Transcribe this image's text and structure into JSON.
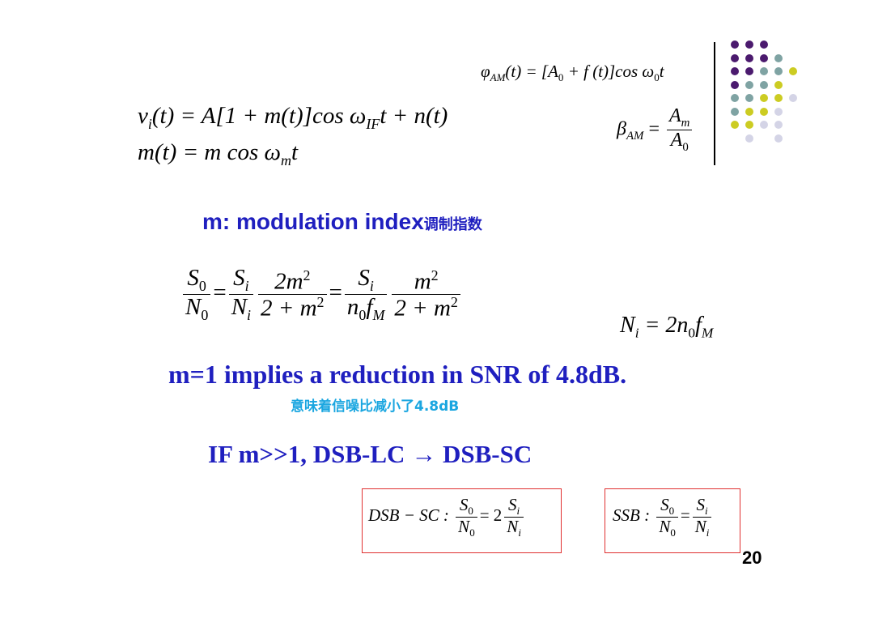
{
  "slide": {
    "formulas": {
      "phi_am_lhs": "φ",
      "phi_am_sub": "AM",
      "phi_am_rhs": "(t) = [A",
      "phi_am_rhs2": " + f (t)]cos ω",
      "phi_am_tail": "t",
      "beta_am_lhs": "β",
      "beta_am_sub": "AM",
      "beta_am_eq": "=",
      "beta_num": "A",
      "beta_num_sub": "m",
      "beta_den": "A",
      "beta_den_sub": "0",
      "v_line_a": "v",
      "v_line_sub": "i",
      "v_line_b": "(t) = A[1 + m(t)]cos ω",
      "v_line_sub2": "IF",
      "v_line_c": "t + n(t)",
      "m_line_a": "m(t) = m cos ω",
      "m_line_sub": "m",
      "m_line_b": "t",
      "snr_S0": "S",
      "snr_S0_sub": "0",
      "snr_N0": "N",
      "snr_N0_sub": "0",
      "snr_Si": "S",
      "snr_Si_sub": "i",
      "snr_Ni": "N",
      "snr_Ni_sub": "i",
      "snr_2m2": "2m",
      "snr_2m2_sup": "2",
      "snr_den1": "2 + m",
      "snr_den1_sup": "2",
      "snr_Si2": "S",
      "snr_Si2_sub": "i",
      "snr_n0fM_a": "n",
      "snr_n0fM_sub0": "0",
      "snr_n0fM_b": "f",
      "snr_n0fM_subM": "M",
      "snr_m2": "m",
      "snr_m2_sup": "2",
      "snr_den2": "2 + m",
      "snr_den2_sup": "2",
      "eq_sign": "=",
      "ni_lhs": "N",
      "ni_lhs_sub": "i",
      "ni_rhs": "= 2n",
      "ni_rhs_sub0": "0",
      "ni_rhs_f": "f",
      "ni_rhs_subM": "M",
      "dsb_label": "DSB − SC :",
      "dsb_S0": "S",
      "dsb_S0_sub": "0",
      "dsb_N0": "N",
      "dsb_N0_sub": "0",
      "dsb_eq": "= 2",
      "dsb_Si": "S",
      "dsb_Si_sub": "i",
      "dsb_Ni": "N",
      "dsb_Ni_sub": "i",
      "ssb_label": "SSB :",
      "ssb_S0": "S",
      "ssb_S0_sub": "0",
      "ssb_N0": "N",
      "ssb_N0_sub": "0",
      "ssb_eq": "=",
      "ssb_Si": "S",
      "ssb_Si_sub": "i",
      "ssb_Ni": "N",
      "ssb_Ni_sub": "i"
    },
    "heading_modulation": "m: modulation index",
    "heading_modulation_cn": "调制指数",
    "heading_reduction": "m=1 implies a reduction in SNR of 4.8dB.",
    "heading_reduction_cn": "意味着信噪比减小了4.8dB",
    "heading_if": "IF m>>1, DSB-LC → DSB-SC",
    "page_number": "20"
  },
  "colors": {
    "heading_blue": "#1f1fbf",
    "chinese_cyan": "#1aa6e0",
    "box_red": "#e03030",
    "dot_purple": "#4b1a6e",
    "dot_teal": "#7fa3a3",
    "dot_yellow": "#cccc22",
    "dot_lavender": "#d4d4e6"
  }
}
